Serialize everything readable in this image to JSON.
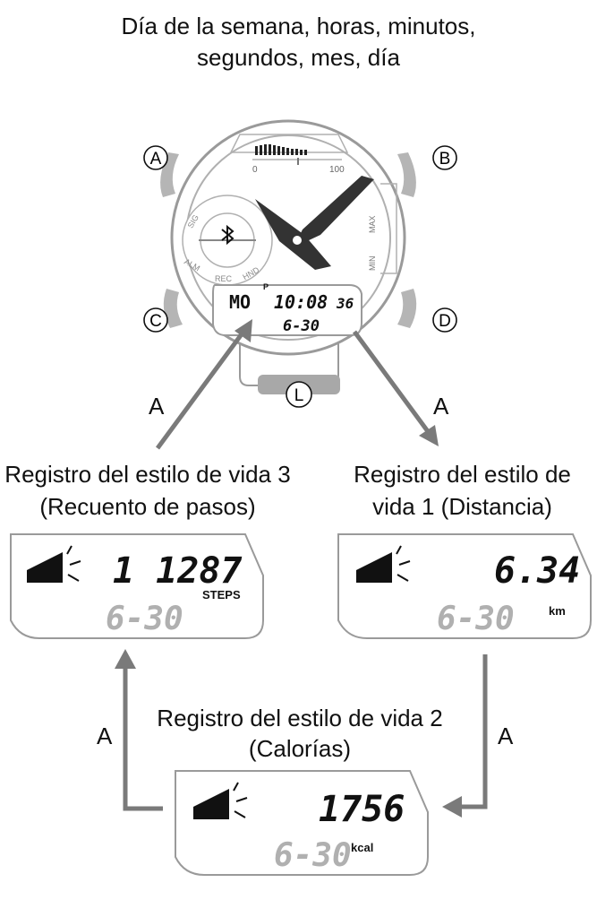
{
  "title": {
    "line1": "Día de la semana, horas, minutos,",
    "line2": "segundos, mes, día"
  },
  "buttons": {
    "a": "A",
    "b": "B",
    "c": "C",
    "d": "D",
    "l": "L"
  },
  "watch": {
    "gauge_left": "0",
    "gauge_right": "100",
    "bezel_labels": [
      "SIG",
      "ALM",
      "REC",
      "HND"
    ],
    "right_scale_top": "MAX",
    "right_scale_bottom": "MIN",
    "display_weekday": "MO",
    "display_pm": "P",
    "display_time": "10:08",
    "display_seconds": "36",
    "display_date": "6-30"
  },
  "modes": {
    "steps": {
      "label_line1": "Registro del estilo de vida 3",
      "label_line2": "(Recuento de pasos)",
      "value": "1 1287",
      "unit": "STEPS",
      "date": "6-30"
    },
    "distance": {
      "label_line1": "Registro del estilo de",
      "label_line2": "vida 1 (Distancia)",
      "value": "6.34",
      "unit": "km",
      "date": "6-30"
    },
    "calories": {
      "label_line1": "Registro del estilo de vida 2",
      "label_line2": "(Calorías)",
      "value": "1756",
      "unit": "kcal",
      "date": "6-30"
    }
  },
  "arrow_label": "A",
  "colors": {
    "arrow": "#7a7a7a",
    "outline": "#9a9a9a",
    "dim_digit": "#b0b0b0"
  }
}
